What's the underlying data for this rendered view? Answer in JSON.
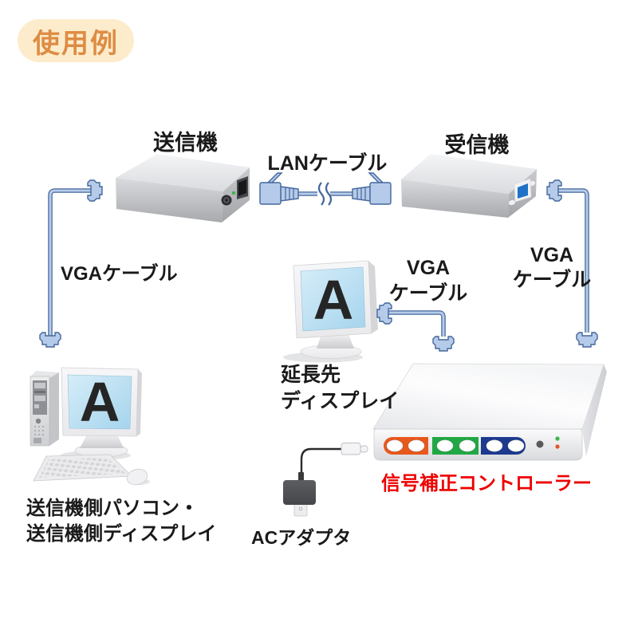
{
  "badge": {
    "label": "使用例"
  },
  "labels": {
    "transmitter": "送信機",
    "receiver": "受信機",
    "lan_cable": "LANケーブル",
    "vga_cable_left": "VGAケーブル",
    "vga_cable_mid_1": "VGA",
    "vga_cable_mid_2": "ケーブル",
    "vga_cable_right_1": "VGA",
    "vga_cable_right_2": "ケーブル",
    "extension_display_1": "延長先",
    "extension_display_2": "ディスプレイ",
    "source_pc_1": "送信機側パソコン・",
    "source_pc_2": "送信機側ディスプレイ",
    "ac_adapter": "ACアダプタ",
    "controller": "信号補正コントローラー"
  },
  "screens": {
    "extension_display_letter": "A",
    "source_display_letter": "A"
  },
  "colors": {
    "badge_bg": "#fdeccb",
    "badge_text": "#dd8c44",
    "label_red": "#ee0000",
    "cable_fill": "#b6cbe9",
    "cable_stroke": "#44679c",
    "knob_orange": "#e8581c",
    "knob_green": "#21a844",
    "knob_blue": "#1d3a8e",
    "led_green": "#3ab54a",
    "led_red": "#e0562a",
    "vga_port_blue": "#1f72c8",
    "screen_blue": "#a5d4ed"
  }
}
